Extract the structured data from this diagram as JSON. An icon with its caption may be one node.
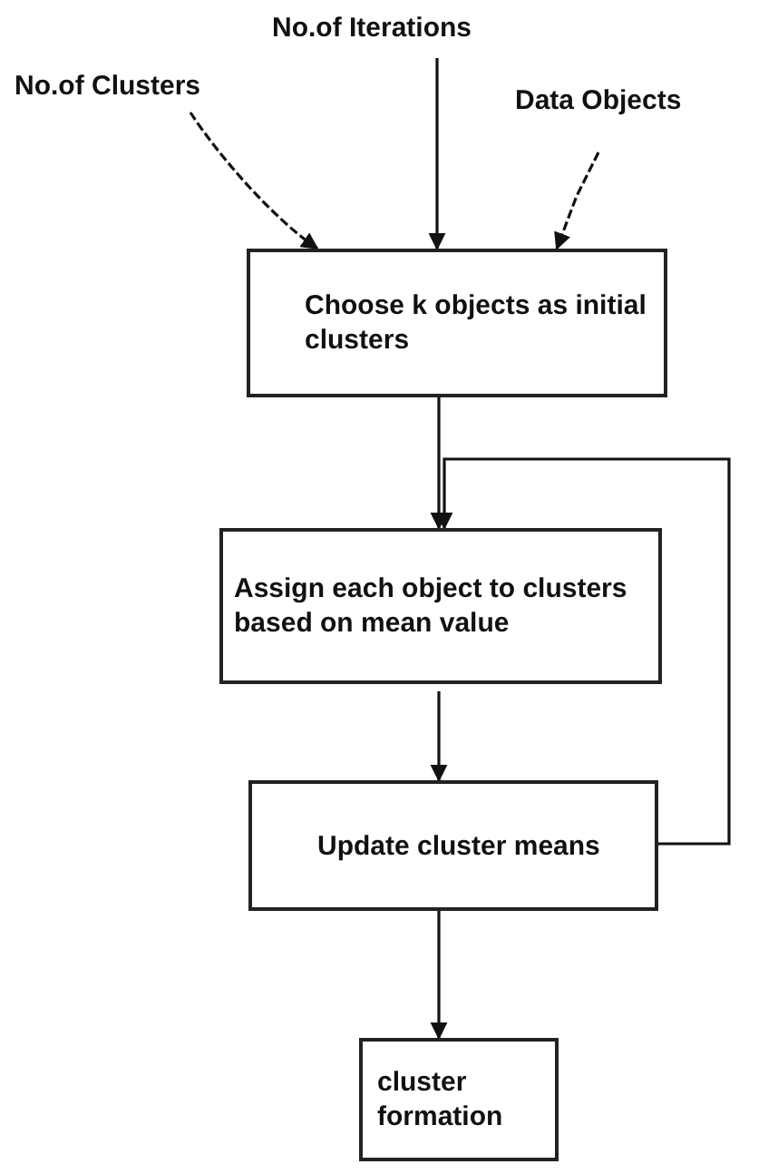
{
  "diagram": {
    "nodes": [
      {
        "text": [
          "No.of Clusters"
        ]
      },
      {
        "text": [
          "No.of Iterations"
        ]
      },
      {
        "text": [
          "Data Objects"
        ]
      },
      {
        "text": [
          "Choose k objects as initial clusters"
        ]
      },
      {
        "text": [
          "Assign each object to clusters based on mean value"
        ]
      },
      {
        "text": [
          "Update cluster means"
        ]
      },
      {
        "text": [
          "cluster formation"
        ]
      }
    ],
    "edges": [
      {
        "from": 0,
        "to": 3,
        "arrow": "to",
        "style": "dashed"
      },
      {
        "from": 1,
        "to": 3,
        "arrow": "to"
      },
      {
        "from": 2,
        "to": 3,
        "arrow": "to",
        "style": "dashed"
      },
      {
        "from": 3,
        "to": 4,
        "arrow": "to"
      },
      {
        "from": 4,
        "to": 5,
        "arrow": "to"
      },
      {
        "from": 5,
        "to": 4,
        "arrow": "to"
      },
      {
        "from": 5,
        "to": 6,
        "arrow": "to"
      }
    ]
  }
}
